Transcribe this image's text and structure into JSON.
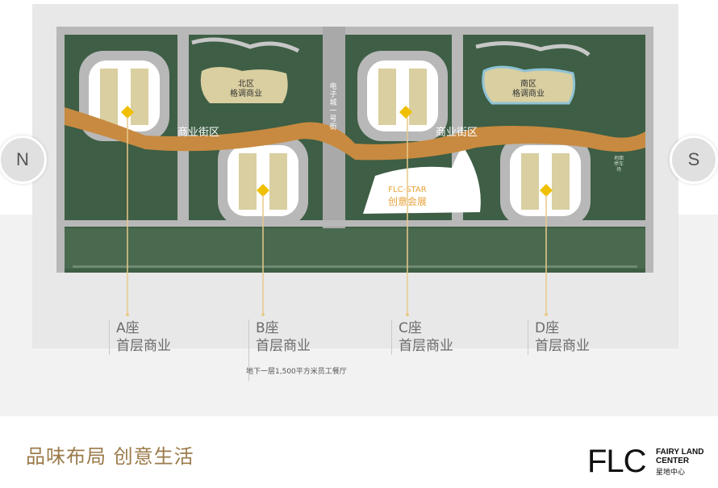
{
  "compass": {
    "north": "N",
    "south": "S"
  },
  "map": {
    "north_zone_label": "北区\n格调商业",
    "south_zone_label": "南区\n格调商业",
    "street_label_left": "商业街区",
    "street_label_right": "商业街区",
    "center_road_label": "电子城一号街",
    "flc_star_title": "FLC-STAR",
    "flc_star_subtitle": "创意会展",
    "side_label": "地面停车场"
  },
  "buildings": [
    {
      "name": "A座",
      "desc": "首层商业",
      "note": ""
    },
    {
      "name": "B座",
      "desc": "首层商业",
      "note": "地下一层1,500平方米员工餐厅"
    },
    {
      "name": "C座",
      "desc": "首层商业",
      "note": ""
    },
    {
      "name": "D座",
      "desc": "首层商业",
      "note": ""
    }
  ],
  "footer": {
    "slogan": "品味布局  创意生活",
    "logo_mark": "FLC",
    "logo_en_1": "FAIRY LAND",
    "logo_en_2": "CENTER",
    "logo_cn": "星地中心"
  },
  "colors": {
    "grass": "#3e5e45",
    "road": "#b8b8b8",
    "street": "#c88a40",
    "building": "#d9cfa0",
    "connector": "#f0c000",
    "leader": "#e8c98a",
    "brand": "#9b7a4a"
  }
}
